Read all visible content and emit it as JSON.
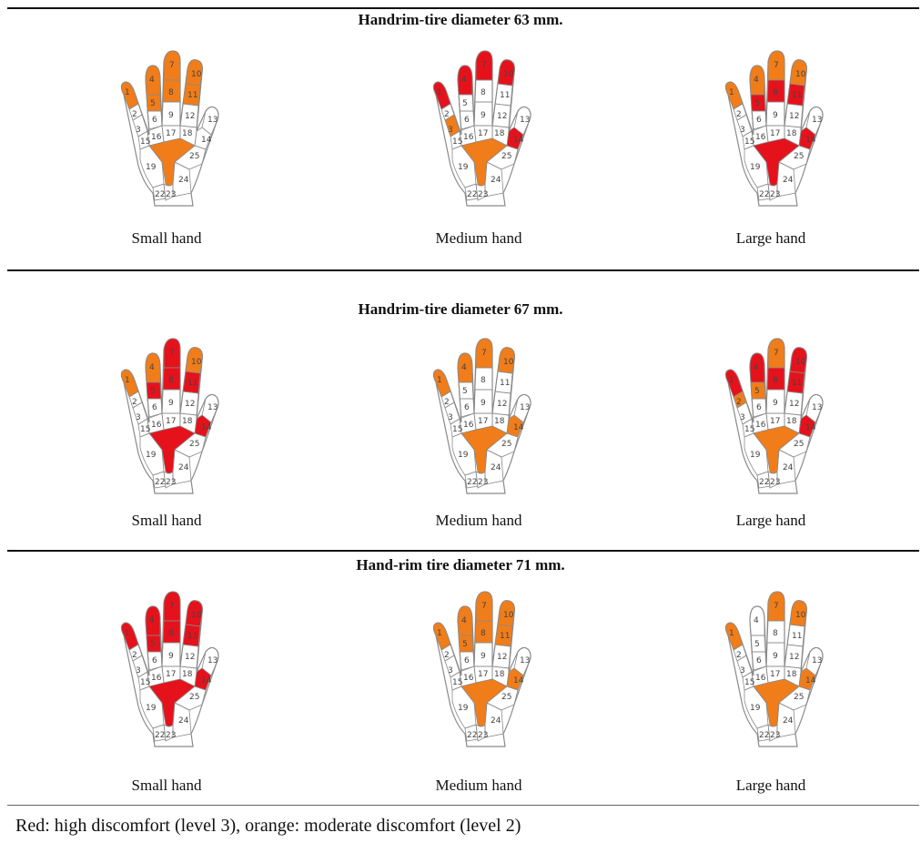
{
  "colors": {
    "red": "#e5121c",
    "orange": "#f07d19",
    "none": "#ffffff",
    "outline": "#8a8a8a"
  },
  "sections": [
    {
      "title": "Handrim-tire diameter 63 mm.",
      "hands": [
        {
          "label": "Small hand",
          "zones": {
            "1": "orange",
            "4": "orange",
            "7": "orange",
            "10": "orange",
            "5": "orange",
            "8": "orange",
            "11": "orange",
            "palm": "orange"
          }
        },
        {
          "label": "Medium hand",
          "zones": {
            "1": "red",
            "4": "red",
            "7": "red",
            "10": "red",
            "3": "orange",
            "palm": "orange",
            "14": "red"
          }
        },
        {
          "label": "Large hand",
          "zones": {
            "1": "orange",
            "4": "orange",
            "7": "orange",
            "10": "orange",
            "5": "red",
            "8": "red",
            "11": "red",
            "palm": "red",
            "14": "red"
          }
        }
      ]
    },
    {
      "title": "Handrim-tire diameter 67 mm.",
      "hands": [
        {
          "label": "Small hand",
          "zones": {
            "1": "orange",
            "4": "orange",
            "7": "red",
            "10": "orange",
            "5": "red",
            "8": "red",
            "11": "red",
            "palm": "red",
            "14": "red"
          }
        },
        {
          "label": "Medium hand",
          "zones": {
            "1": "orange",
            "4": "orange",
            "7": "orange",
            "10": "orange",
            "palm": "orange",
            "14": "orange"
          }
        },
        {
          "label": "Large hand",
          "zones": {
            "1": "red",
            "4": "red",
            "7": "orange",
            "10": "red",
            "2": "orange",
            "5": "orange",
            "8": "red",
            "11": "red",
            "palm": "orange",
            "14": "red"
          }
        }
      ]
    },
    {
      "title": "Hand-rim tire diameter 71 mm.",
      "hands": [
        {
          "label": "Small hand",
          "zones": {
            "1": "red",
            "4": "red",
            "7": "red",
            "10": "red",
            "5": "red",
            "8": "red",
            "11": "red",
            "palm": "red",
            "14": "red"
          }
        },
        {
          "label": "Medium hand",
          "zones": {
            "1": "orange",
            "4": "orange",
            "7": "orange",
            "10": "orange",
            "5": "orange",
            "8": "orange",
            "11": "orange",
            "palm": "orange",
            "14": "orange"
          }
        },
        {
          "label": "Large hand",
          "zones": {
            "1": "orange",
            "7": "orange",
            "10": "orange",
            "palm": "orange",
            "14": "orange"
          }
        }
      ]
    }
  ],
  "legend": "Red: high discomfort (level 3), orange: moderate discomfort (level 2)"
}
